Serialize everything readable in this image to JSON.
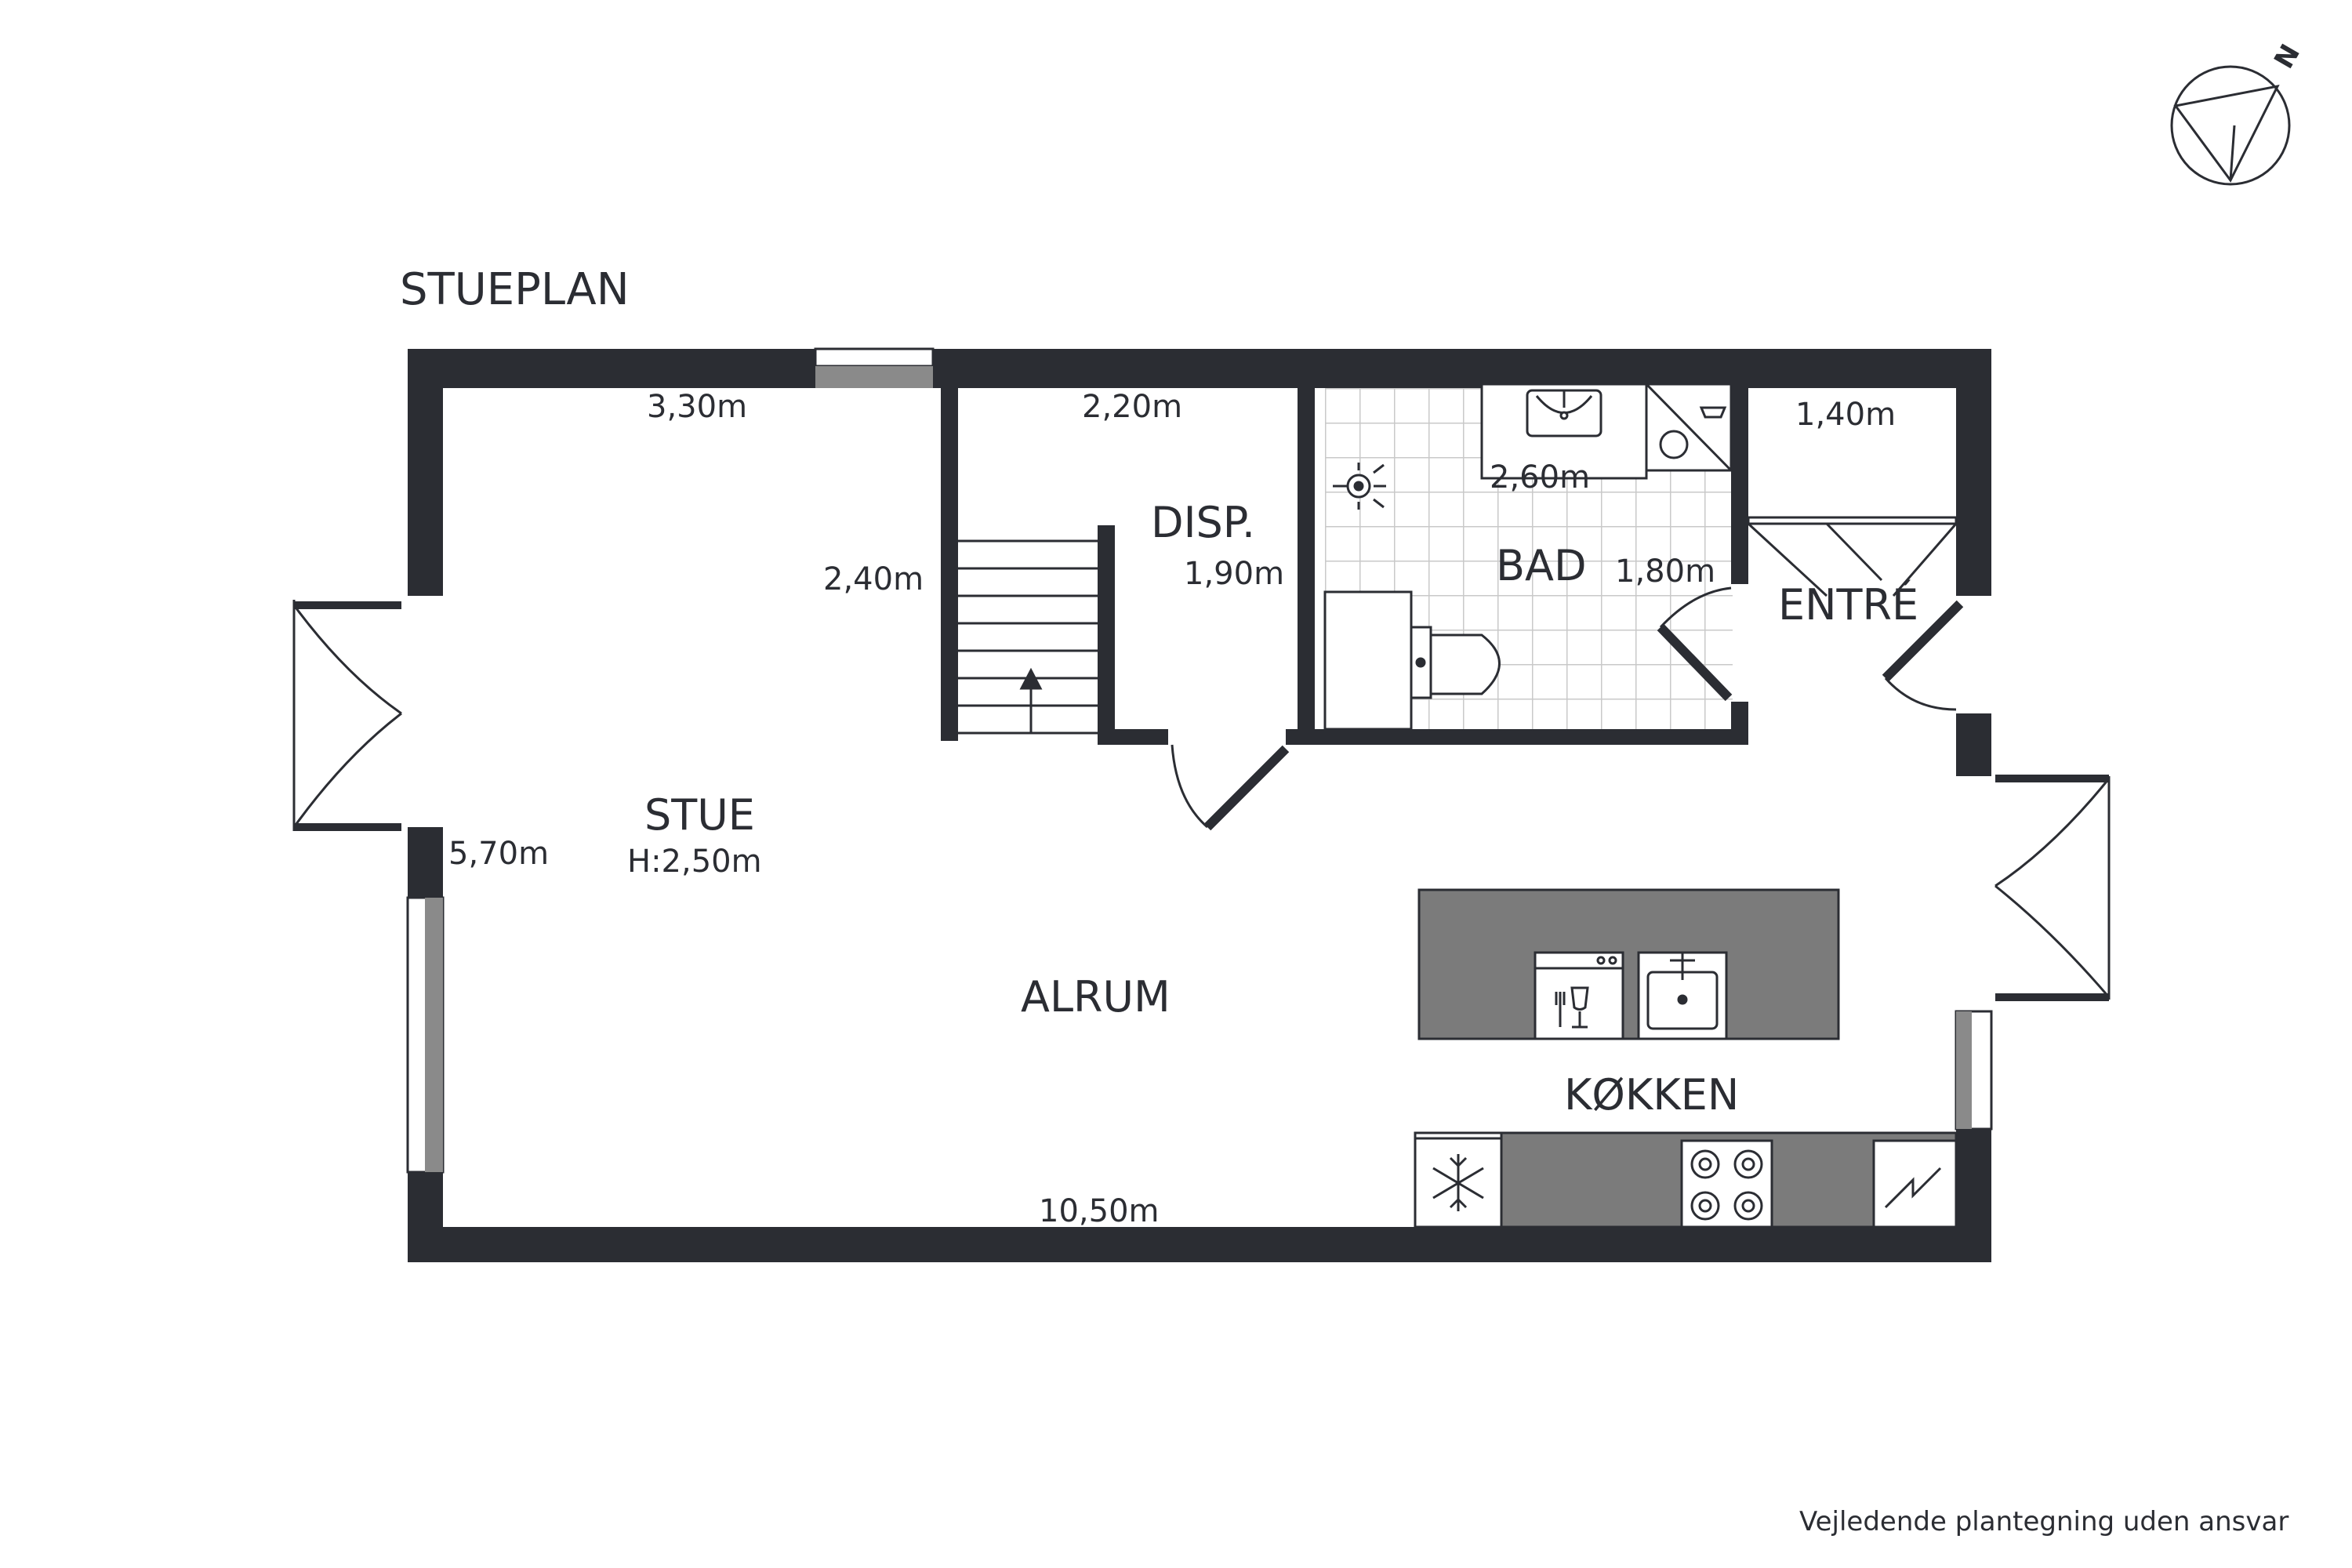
{
  "plan": {
    "title": "STUEPLAN",
    "disclaimer": "Vejledende plantegning uden ansvar",
    "compass_label": "N"
  },
  "rooms": {
    "stue": {
      "name": "STUE",
      "height": "H:2,50m"
    },
    "alrum": {
      "name": "ALRUM"
    },
    "koekken": {
      "name": "KØKKEN"
    },
    "disp": {
      "name": "DISP."
    },
    "bad": {
      "name": "BAD"
    },
    "entre": {
      "name": "ENTRÉ"
    }
  },
  "dimensions": {
    "stue_width": "3,30m",
    "stue_depth": "5,70m",
    "stair_depth": "2,40m",
    "disp_width": "2,20m",
    "disp_depth": "1,90m",
    "bad_width": "2,60m",
    "bad_depth": "1,80m",
    "entre_width": "1,40m",
    "total_length": "10,50m"
  },
  "colors": {
    "wall": "#2b2d33",
    "counter": "#7b7b7b",
    "window": "#8a8a8a",
    "tile_line": "#c9c9c9"
  }
}
